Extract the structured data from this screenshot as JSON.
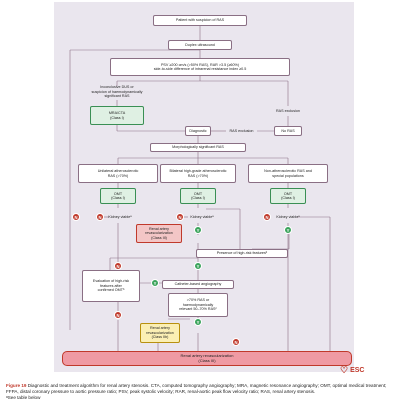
{
  "boxes": {
    "patient": "Patient with suspicion of RAS",
    "duplex": "Duplex ultrasound",
    "psv": "PSV ≥200 cm/s (>50% RAS), RAR >3.5 (≥60%)\nside-to-side difference of intrarenal resistance index ≥0.5",
    "inconclusive": "Inconclusive DUS or\nsuspicion of haemodynamically\nsignificant RAS",
    "ras_exclusion_right": "RAS exclusion",
    "mra": "MRA/CTA\n(Class I)",
    "diagnostic": "Diagnostic",
    "ras_exclusion_mid": "RAS exclusion",
    "no_ras": "No RAS",
    "morph": "Morphologically significant RAS",
    "unilateral": "Unilateral atherosclerotic\nRAS (>70%)",
    "bilateral": "Bilateral high-grade atherosclerotic\nRAS (>70%)",
    "nonathero": "Non-atherosclerotic RAS and\nspecial populations",
    "omt_left": "OMT\n(Class I)",
    "omt_mid": "OMT\n(Class I)",
    "omt_right": "OMT\n(Class I)",
    "kidney_left": "Kidney viableᵃ",
    "kidney_mid": "Kidney viableᵃ",
    "kidney_right": "Kidney viableᵃ",
    "revasc_red": "Renal artery\nrevascularization\n(Class III)",
    "high_risk": "Presence of high-risk featuresᵇ",
    "evaluation": "Evaluation of high-risk\nfeatures after\nconfirmed OMTᵇ",
    "catheter": "Catheter-based angiography",
    "gt70": ">70% RAS or\nhaemodynamically\nrelevant 50–70% RASᶜ",
    "revasc_yellow": "Renal artery\nrevascularization\n(Class IIb)",
    "final": "Renal artery revascularization\n(Class III)"
  },
  "markers": {
    "no": "N",
    "yes": "Y",
    "maybe": "?"
  },
  "logo": "ESC",
  "caption": {
    "label": "Figure 19",
    "text": " Diagnostic and treatment algorithm for renal artery stenosis. CTA, computed tomography angiography; MRA, magnetic resonance angiography; OMT, optimal medical treatment; FFPA, distal coronary pressure to aortic pressure ratio; PSV, peak systolic velocity; RAR, renal-aortic peak flow velocity ratio; RAS, renal artery stenosis.",
    "note": "ᵃSee table below"
  }
}
